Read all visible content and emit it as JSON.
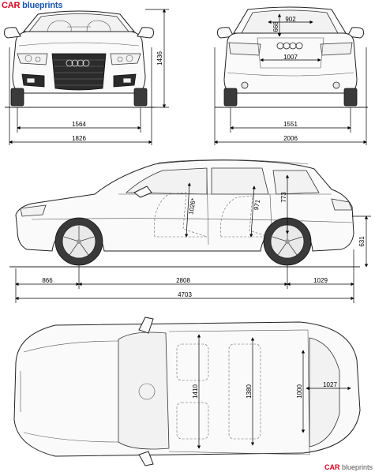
{
  "brand": {
    "part1": "CAR",
    "part2": " blueprints"
  },
  "corner_brand": {
    "part1": "CAR",
    "part2": " blueprints"
  },
  "dimensions": {
    "front_track": "1564",
    "front_width": "1826",
    "front_height": "1436",
    "rear_track": "1551",
    "rear_width": "2006",
    "rear_glass_width": "902",
    "rear_glass_height": "668",
    "trunk_opening_width": "1007",
    "front_overhang": "866",
    "wheelbase": "2808",
    "rear_overhang": "1029",
    "length": "4703",
    "height_side": "631",
    "front_headroom": "1026*",
    "rear_headroom": "971",
    "trunk_height": "773",
    "front_shoulder": "1410",
    "rear_shoulder": "1380",
    "trunk_floor_width": "1000",
    "trunk_length": "1027"
  },
  "colors": {
    "accent_red": "#d6001c",
    "accent_blue": "#1a56b0",
    "line": "#222222"
  }
}
